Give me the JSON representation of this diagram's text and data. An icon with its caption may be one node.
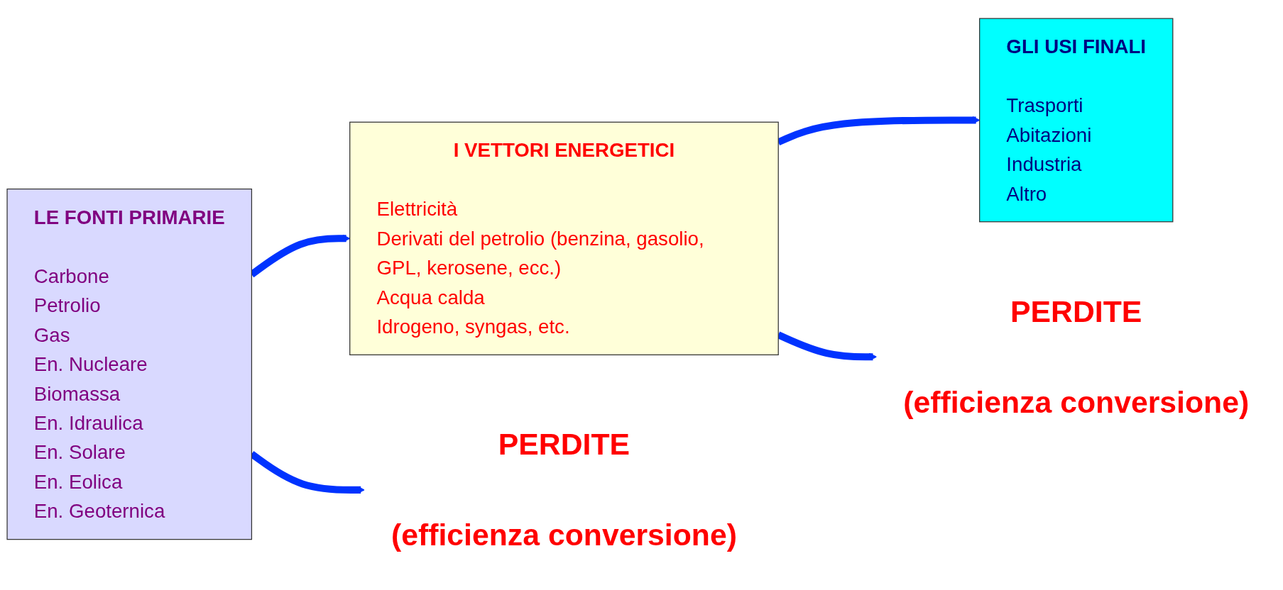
{
  "diagram": {
    "nodes": [
      {
        "text": [
          "LE FONTI PRIMARIE",
          "Carbone",
          "Petrolio",
          "Gas",
          "En. Nucleare",
          "Biomassa",
          "En. Idraulica",
          "En. Solare",
          "En. Eolica",
          "En. Geoternica"
        ]
      },
      {
        "text": [
          "I VETTORI ENERGETICI",
          "Elettricità",
          "Derivati del petrolio (benzina, gasolio, GPL, kerosene, ecc.)",
          "Acqua calda",
          "Idrogeno, syngas, etc."
        ]
      },
      {
        "text": [
          "GLI USI FINALI",
          "Trasporti",
          "Abitazioni",
          "Industria",
          "Altro"
        ]
      },
      {
        "text": [
          "PERDITE",
          "(efficienza conversione)"
        ]
      },
      {
        "text": [
          "PERDITE",
          "(efficienza conversione)"
        ]
      }
    ],
    "edges": [
      {
        "from": 0,
        "to": 1,
        "arrow": "to"
      },
      {
        "from": 0,
        "to": 3,
        "arrow": "to"
      },
      {
        "from": 1,
        "to": 2,
        "arrow": "to"
      },
      {
        "from": 1,
        "to": 4,
        "arrow": "to"
      }
    ]
  }
}
